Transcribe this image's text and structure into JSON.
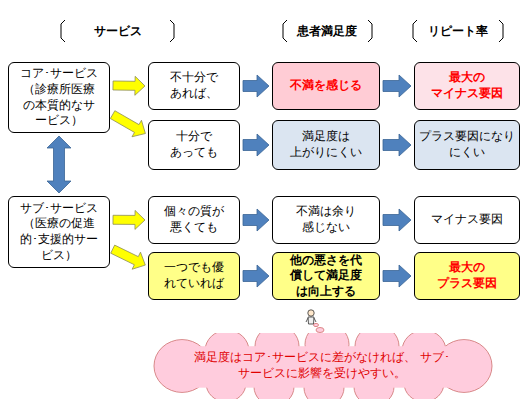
{
  "diagram": {
    "nodes": [
      {
        "text": [
          "コア･サービス （診療所医療 の本質的なサ ービス）"
        ]
      },
      {
        "text": [
          "不十分で あれば、"
        ]
      },
      {
        "text": [
          "不満を感じる"
        ]
      },
      {
        "text": [
          "最大の マイナス要因"
        ]
      },
      {
        "text": [
          "十分で あっても"
        ]
      },
      {
        "text": [
          "満足度は 上がりにくい"
        ]
      },
      {
        "text": [
          "プラス要因になり にくい"
        ]
      },
      {
        "text": [
          "サブ･サービス （医療の促進 的･支援的サー ビス）"
        ]
      },
      {
        "text": [
          "個々の質が 悪くても"
        ]
      },
      {
        "text": [
          "不満は余り 感じない"
        ]
      },
      {
        "text": [
          "マイナス要因"
        ]
      },
      {
        "text": [
          "一つでも優 れていれば"
        ]
      },
      {
        "text": [
          "他の悪さを代 償して満足度 は向上する"
        ]
      },
      {
        "text": [
          "最大の プラス要因"
        ]
      },
      {
        "text": [
          "満足度はコア･サービスに差がなければ、 サブ･サービスに影響を受けやすい。"
        ]
      }
    ],
    "edges": [
      {
        "from": 0,
        "to": 1,
        "arrow": "to"
      },
      {
        "from": 0,
        "to": 4,
        "arrow": "to"
      },
      {
        "from": 1,
        "to": 2,
        "arrow": "to"
      },
      {
        "from": 2,
        "to": 3,
        "arrow": "to"
      },
      {
        "from": 4,
        "to": 5,
        "arrow": "to"
      },
      {
        "from": 5,
        "to": 6,
        "arrow": "to"
      },
      {
        "from": 0,
        "to": 7,
        "arrow": "both"
      },
      {
        "from": 7,
        "to": 8,
        "arrow": "to"
      },
      {
        "from": 7,
        "to": 11,
        "arrow": "to"
      },
      {
        "from": 8,
        "to": 9,
        "arrow": "to"
      },
      {
        "from": 9,
        "to": 10,
        "arrow": "to"
      },
      {
        "from": 11,
        "to": 12,
        "arrow": "to"
      },
      {
        "from": 12,
        "to": 13,
        "arrow": "to"
      }
    ],
    "labels": [
      "サービス",
      "患者満足度",
      "リピート率"
    ]
  }
}
